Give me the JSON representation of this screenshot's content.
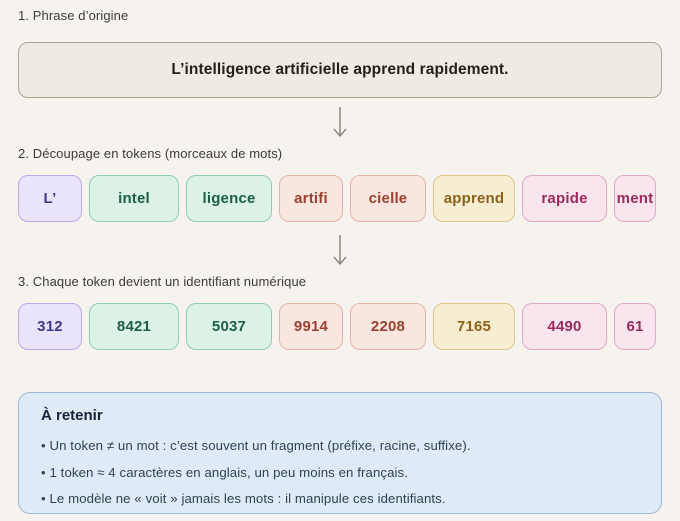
{
  "palette": {
    "page_bg": "#F6F3EE",
    "label_text": "#3D3B37",
    "arrow": "#8A867E",
    "sentence_box": {
      "bg": "#EFEBE2",
      "border": "#ACA596",
      "text": "#23211D"
    },
    "note_box": {
      "bg": "#DFEAF7",
      "border": "#9FB8D6",
      "title": "#14233A",
      "text": "#2F4256"
    },
    "token_colors": {
      "purple": {
        "bg": "#E9E3FB",
        "border": "#B9ABE8",
        "text": "#3F3A8C"
      },
      "green": {
        "bg": "#DCF2E7",
        "border": "#8FCDAD",
        "text": "#1D6045"
      },
      "red": {
        "bg": "#F9E7DF",
        "border": "#E3B4A4",
        "text": "#9C4130"
      },
      "amber": {
        "bg": "#F7EDD3",
        "border": "#DFC489",
        "text": "#8A6218"
      },
      "pink": {
        "bg": "#FAE4EE",
        "border": "#E0A9C5",
        "text": "#9A2D60"
      }
    }
  },
  "steps": {
    "step1": {
      "label": "1. Phrase d’origine",
      "sentence": "L’intelligence artificielle apprend rapidement."
    },
    "step2": {
      "label": "2. Découpage en tokens (morceaux de mots)"
    },
    "step3": {
      "label": "3. Chaque token devient un identifiant numérique"
    }
  },
  "tokens": [
    {
      "text": "L’",
      "id": "312",
      "color": "purple"
    },
    {
      "text": "intel",
      "id": "8421",
      "color": "green"
    },
    {
      "text": "ligence",
      "id": "5037",
      "color": "green"
    },
    {
      "text": "artifi",
      "id": "9914",
      "color": "red"
    },
    {
      "text": "cielle",
      "id": "2208",
      "color": "red"
    },
    {
      "text": "apprend",
      "id": "7165",
      "color": "amber"
    },
    {
      "text": "rapide",
      "id": "4490",
      "color": "pink"
    },
    {
      "text": "ment",
      "id": "61",
      "color": "pink"
    }
  ],
  "note": {
    "title": "À retenir",
    "bullets": [
      "Un token ≠ un mot : c’est souvent un fragment (préfixe, racine, suffixe).",
      "1 token ≈ 4 caractères en anglais, un peu moins en français.",
      "Le modèle ne « voit » jamais les mots : il manipule ces identifiants."
    ]
  }
}
